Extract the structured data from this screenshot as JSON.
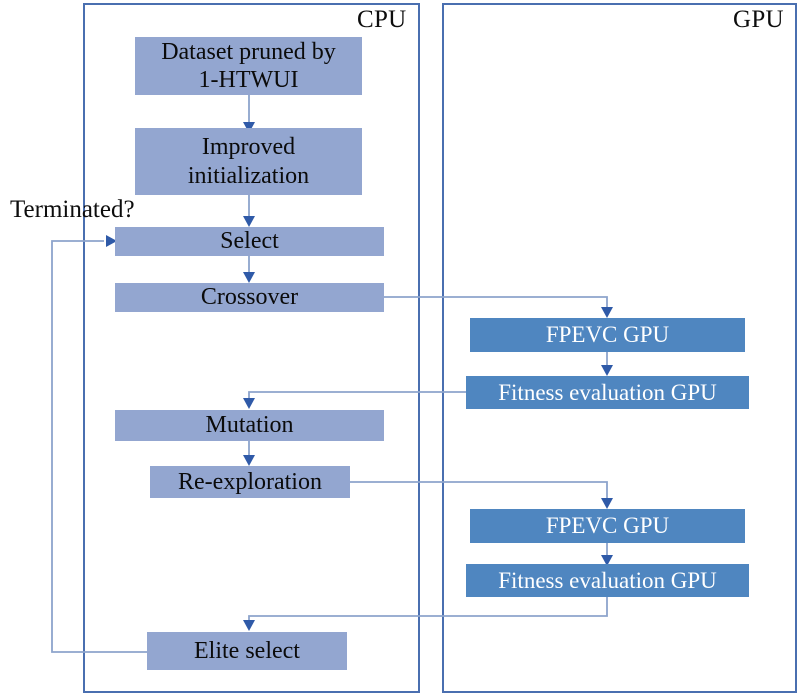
{
  "diagram": {
    "title": "CPU-GPU hybrid genetic algorithm flowchart",
    "colors": {
      "cpu_node_fill": "#93a6d0",
      "gpu_node_fill": "#4f86c0",
      "panel_border": "#4a6fb0",
      "connector": "#8da4cc",
      "arrowhead": "#2f5aa8",
      "cpu_text": "#0b0b0b",
      "gpu_text": "#ffffff"
    },
    "panels": [
      {
        "id": "cpu",
        "label": "CPU"
      },
      {
        "id": "gpu",
        "label": "GPU"
      }
    ],
    "labels": [
      {
        "id": "terminated",
        "text": "Terminated?"
      }
    ],
    "nodes": [
      {
        "id": "dataset",
        "panel": "cpu",
        "text": "Dataset pruned by\n1-HTWUI"
      },
      {
        "id": "init",
        "panel": "cpu",
        "text": "Improved\ninitialization"
      },
      {
        "id": "select",
        "panel": "cpu",
        "text": "Select"
      },
      {
        "id": "crossover",
        "panel": "cpu",
        "text": "Crossover"
      },
      {
        "id": "mutation",
        "panel": "cpu",
        "text": "Mutation"
      },
      {
        "id": "reexplore",
        "panel": "cpu",
        "text": "Re-exploration"
      },
      {
        "id": "elite",
        "panel": "cpu",
        "text": "Elite select"
      },
      {
        "id": "fpevc1",
        "panel": "gpu",
        "text": "FPEVC GPU"
      },
      {
        "id": "fitness1",
        "panel": "gpu",
        "text": "Fitness evaluation GPU"
      },
      {
        "id": "fpevc2",
        "panel": "gpu",
        "text": "FPEVC GPU"
      },
      {
        "id": "fitness2",
        "panel": "gpu",
        "text": "Fitness evaluation GPU"
      }
    ],
    "edges": [
      {
        "from": "dataset",
        "to": "init",
        "kind": "straight-down"
      },
      {
        "from": "init",
        "to": "select",
        "kind": "straight-down"
      },
      {
        "from": "select",
        "to": "crossover",
        "kind": "straight-down"
      },
      {
        "from": "crossover",
        "to": "fpevc1",
        "kind": "right-then-down"
      },
      {
        "from": "fpevc1",
        "to": "fitness1",
        "kind": "straight-down"
      },
      {
        "from": "fitness1",
        "to": "mutation",
        "kind": "left-then-down"
      },
      {
        "from": "mutation",
        "to": "reexplore",
        "kind": "straight-down"
      },
      {
        "from": "reexplore",
        "to": "fpevc2",
        "kind": "right-then-down"
      },
      {
        "from": "fpevc2",
        "to": "fitness2",
        "kind": "straight-down"
      },
      {
        "from": "fitness2",
        "to": "elite",
        "kind": "left-then-down"
      },
      {
        "from": "elite",
        "to": "select",
        "kind": "feedback-loop-left"
      }
    ]
  }
}
